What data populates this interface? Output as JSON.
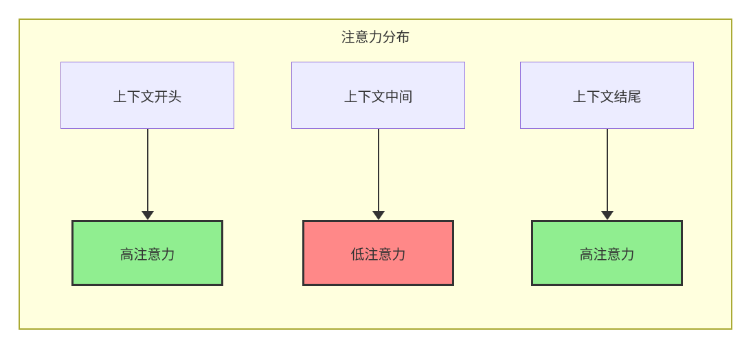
{
  "diagram": {
    "title": "注意力分布",
    "columns": [
      {
        "source": "上下文开头",
        "target": "高注意力",
        "level": "high"
      },
      {
        "source": "上下文中间",
        "target": "低注意力",
        "level": "low"
      },
      {
        "source": "上下文结尾",
        "target": "高注意力",
        "level": "high"
      }
    ],
    "colors": {
      "container_fill": "#ffffde",
      "container_border": "#aaaa33",
      "source_fill": "#ececff",
      "source_border": "#9370db",
      "high_fill": "#90ee90",
      "low_fill": "#ff8888",
      "target_border": "#333333",
      "arrow": "#333333",
      "text": "#333333"
    }
  }
}
